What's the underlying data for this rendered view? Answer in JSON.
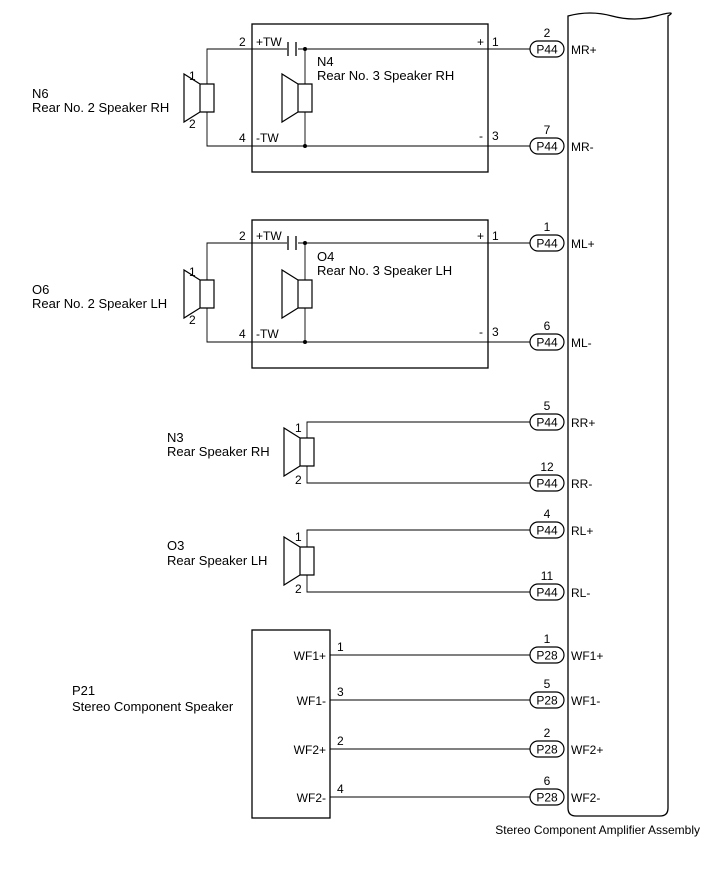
{
  "amplifier": {
    "label": "Stereo Component Amplifier Assembly"
  },
  "combo_speakers": [
    {
      "outer_id": "N6",
      "outer_name": "Rear No. 2 Speaker RH",
      "inner_id": "N4",
      "inner_name": "Rear No. 3 Speaker RH",
      "spk_pin_top": "1",
      "spk_pin_bottom": "2",
      "tw_plus_pin": "2",
      "tw_plus_label": "+TW",
      "tw_minus_pin": "4",
      "tw_minus_label": "-TW",
      "plus_sign": "+",
      "plus_pin": "1",
      "minus_sign": "-",
      "minus_pin": "3",
      "pos": {
        "connector": "P44",
        "pin": "2",
        "signal": "MR+"
      },
      "neg": {
        "connector": "P44",
        "pin": "7",
        "signal": "MR-"
      }
    },
    {
      "outer_id": "O6",
      "outer_name": "Rear No. 2 Speaker LH",
      "inner_id": "O4",
      "inner_name": "Rear No. 3 Speaker LH",
      "spk_pin_top": "1",
      "spk_pin_bottom": "2",
      "tw_plus_pin": "2",
      "tw_plus_label": "+TW",
      "tw_minus_pin": "4",
      "tw_minus_label": "-TW",
      "plus_sign": "+",
      "plus_pin": "1",
      "minus_sign": "-",
      "minus_pin": "3",
      "pos": {
        "connector": "P44",
        "pin": "1",
        "signal": "ML+"
      },
      "neg": {
        "connector": "P44",
        "pin": "6",
        "signal": "ML-"
      }
    }
  ],
  "rear_speakers": [
    {
      "id": "N3",
      "name": "Rear Speaker RH",
      "pin_top": "1",
      "pin_bottom": "2",
      "pos": {
        "connector": "P44",
        "pin": "5",
        "signal": "RR+"
      },
      "neg": {
        "connector": "P44",
        "pin": "12",
        "signal": "RR-"
      }
    },
    {
      "id": "O3",
      "name": "Rear Speaker LH",
      "pin_top": "1",
      "pin_bottom": "2",
      "pos": {
        "connector": "P44",
        "pin": "4",
        "signal": "RL+"
      },
      "neg": {
        "connector": "P44",
        "pin": "11",
        "signal": "RL-"
      }
    }
  ],
  "component_speaker": {
    "id": "P21",
    "name": "Stereo Component Speaker",
    "pins": [
      {
        "terminal": "WF1+",
        "pin": "1",
        "connector": "P28",
        "amp_pin": "1",
        "signal": "WF1+"
      },
      {
        "terminal": "WF1-",
        "pin": "3",
        "connector": "P28",
        "amp_pin": "5",
        "signal": "WF1-"
      },
      {
        "terminal": "WF2+",
        "pin": "2",
        "connector": "P28",
        "amp_pin": "2",
        "signal": "WF2+"
      },
      {
        "terminal": "WF2-",
        "pin": "4",
        "connector": "P28",
        "amp_pin": "6",
        "signal": "WF2-"
      }
    ]
  }
}
